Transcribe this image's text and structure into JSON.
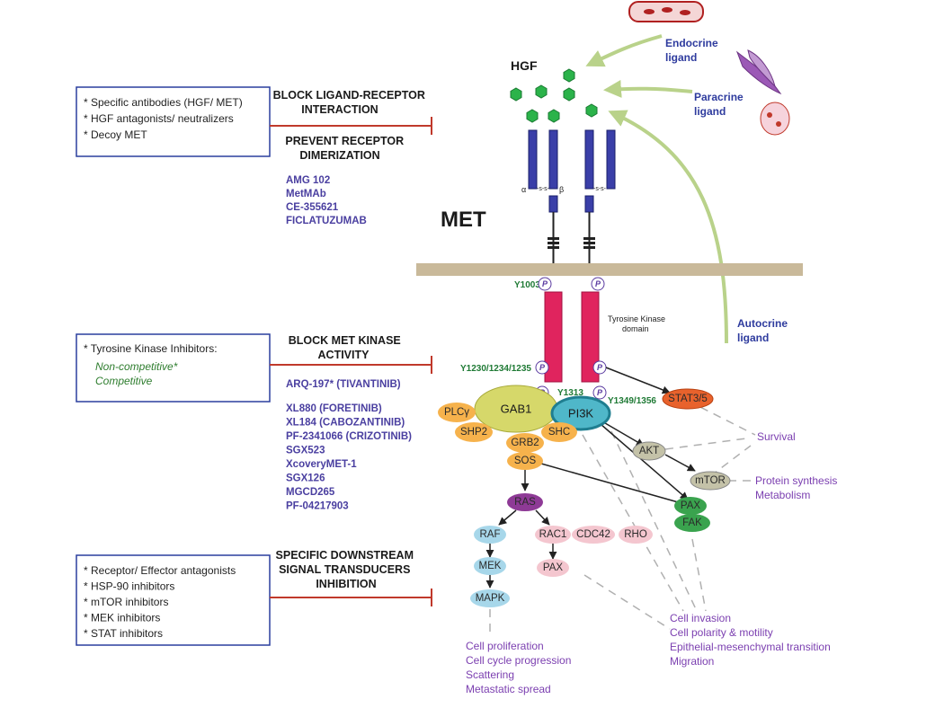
{
  "ligand": {
    "hgf": "HGF",
    "endocrine": [
      "Endocrine",
      "ligand"
    ],
    "paracrine": [
      "Paracrine",
      "ligand"
    ],
    "autocrine": [
      "Autocrine",
      "ligand"
    ]
  },
  "receptor": {
    "met": "MET",
    "alpha": "α",
    "beta": "β",
    "ss": "-s-s-",
    "tk_domain": [
      "Tyrosine Kinase",
      "domain"
    ],
    "sites": {
      "y1003": "Y1003",
      "y1230": "Y1230/1234/1235",
      "y1313": "Y1313",
      "y1349": "Y1349/1356"
    },
    "p_label": "P"
  },
  "strategies": [
    {
      "header": [
        "BLOCK LIGAND-RECEPTOR",
        "INTERACTION"
      ],
      "header2": [
        "PREVENT RECEPTOR",
        "DIMERIZATION"
      ],
      "box": [
        "* Specific antibodies (HGF/ MET)",
        "* HGF antagonists/ neutralizers",
        "* Decoy MET"
      ],
      "drugs": [
        "AMG 102",
        "MetMAb",
        "CE-355621",
        "FICLATUZUMAB"
      ]
    },
    {
      "header": [
        "BLOCK  MET KINASE",
        "ACTIVITY"
      ],
      "box": [
        "* Tyrosine Kinase Inhibitors:"
      ],
      "box_green": [
        "Non-competitive*",
        "Competitive"
      ],
      "drugs_first": "ARQ-197* (TIVANTINIB)",
      "drugs": [
        "XL880 (FORETINIB)",
        "XL184 (CABOZANTINIB)",
        "PF-2341066 (CRIZOTINIB)",
        "SGX523",
        "XcoveryMET-1",
        "SGX126",
        "MGCD265",
        "PF-04217903"
      ]
    },
    {
      "header": [
        "SPECIFIC DOWNSTREAM",
        "SIGNAL TRANSDUCERS",
        "INHIBITION"
      ],
      "box": [
        "* Receptor/ Effector antagonists",
        "* HSP-90 inhibitors",
        "* mTOR inhibitors",
        "* MEK inhibitors",
        "* STAT inhibitors"
      ]
    }
  ],
  "nodes": {
    "gab1": "GAB1",
    "pi3k": "PI3K",
    "plcy": "PLCγ",
    "shp2": "SHP2",
    "shc": "SHC",
    "grb2": "GRB2",
    "sos": "SOS",
    "stat": "STAT3/5",
    "akt": "AKT",
    "mtor": "mTOR",
    "ras": "RAS",
    "raf": "RAF",
    "mek": "MEK",
    "mapk": "MAPK",
    "rac1": "RAC1",
    "cdc42": "CDC42",
    "rho": "RHO",
    "pax_pink": "PAX",
    "pax_green": "PAX",
    "fak": "FAK"
  },
  "outcomes": {
    "survival": [
      "Survival"
    ],
    "protein": [
      "Protein synthesis",
      "Metabolism"
    ],
    "proliferation": [
      "Cell proliferation",
      "Cell cycle progression",
      "Scattering",
      "Metastatic spread"
    ],
    "invasion": [
      "Cell invasion",
      "Cell polarity & motility",
      "Epithelial-mesenchymal transition",
      "Migration"
    ]
  },
  "colors": {
    "membrane": "#c9b99a",
    "receptor": "#3a3fa8",
    "kinase": "#e0245e",
    "inhibit": "#c0392b",
    "hgf": "#2bb34a",
    "box_border": "#2a3f9e"
  }
}
